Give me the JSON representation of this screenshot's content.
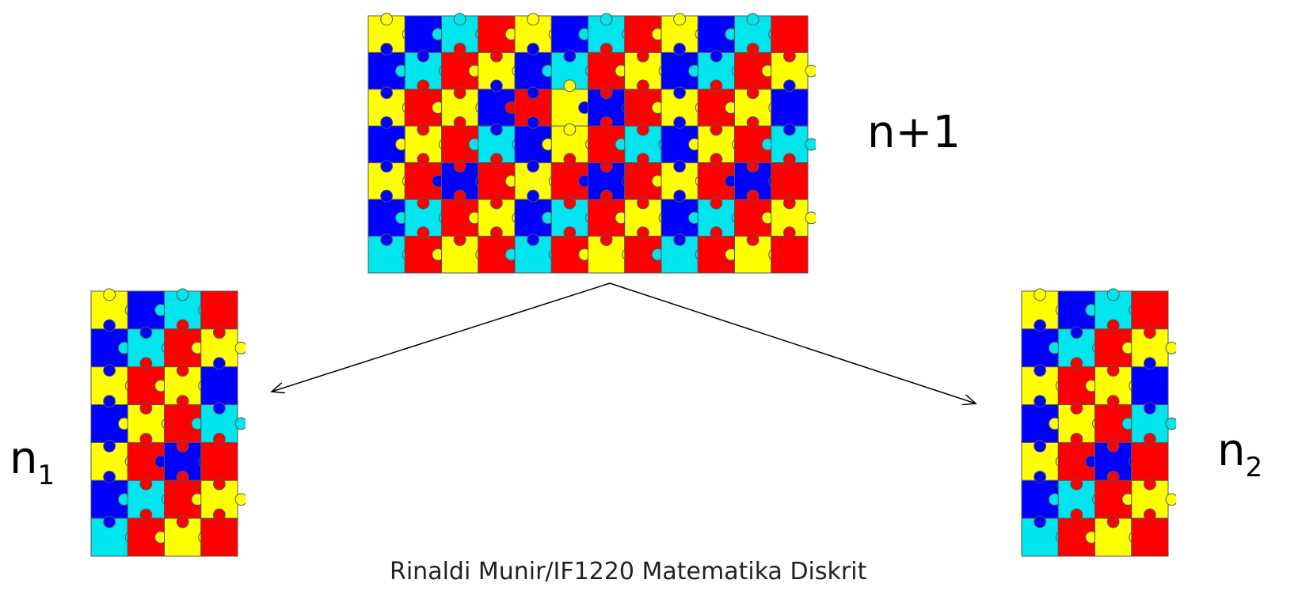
{
  "labels": {
    "top": "n+1",
    "left_base": "n",
    "left_sub": "1",
    "right_base": "n",
    "right_sub": "2"
  },
  "footer": "Rinaldi Munir/IF1220 Matematika Diskrit",
  "colors": {
    "yellow": "#ffff00",
    "blue": "#0000ff",
    "cyan": "#00e5ee",
    "red": "#ff0000",
    "outline": "#555555",
    "arrow": "#000000"
  },
  "puzzles": {
    "big": {
      "rows": 7,
      "cols": 12,
      "grid": [
        "YBCRYBCRYBCR",
        "BCRYBCRYBCRY",
        "YRYBRYBRYRYB",
        "BYRCBYRCBYRC",
        "YRBRYRBRYRBR",
        "BCRYBCRYBCRY",
        "CRYRCRYRCRYR"
      ]
    },
    "left": {
      "rows": 7,
      "cols": 4,
      "grid": [
        "YBCR",
        "BCRY",
        "YRYB",
        "BYRC",
        "YRBR",
        "BCRY",
        "CRYR"
      ]
    },
    "right": {
      "rows": 7,
      "cols": 4,
      "grid": [
        "YBCR",
        "BCRY",
        "YRYB",
        "BYRC",
        "YRBR",
        "BCRY",
        "CRYR"
      ]
    }
  }
}
